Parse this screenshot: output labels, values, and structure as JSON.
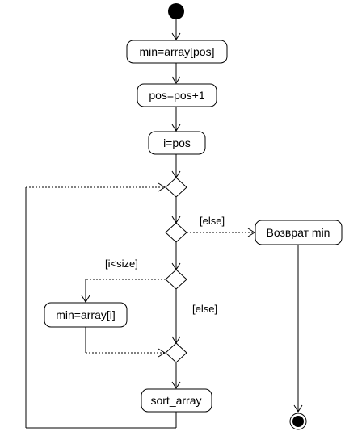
{
  "diagram": {
    "actions": {
      "min_init": "min=array[pos]",
      "pos_inc": "pos=pos+1",
      "i_init": "i=pos",
      "return_min": "Возврат min",
      "min_assign": "min=array[i]",
      "sort_array": "sort_array"
    },
    "guards": {
      "else_top": "[else]",
      "i_less_size": "[i<size]",
      "else_bottom": "[else]"
    }
  }
}
